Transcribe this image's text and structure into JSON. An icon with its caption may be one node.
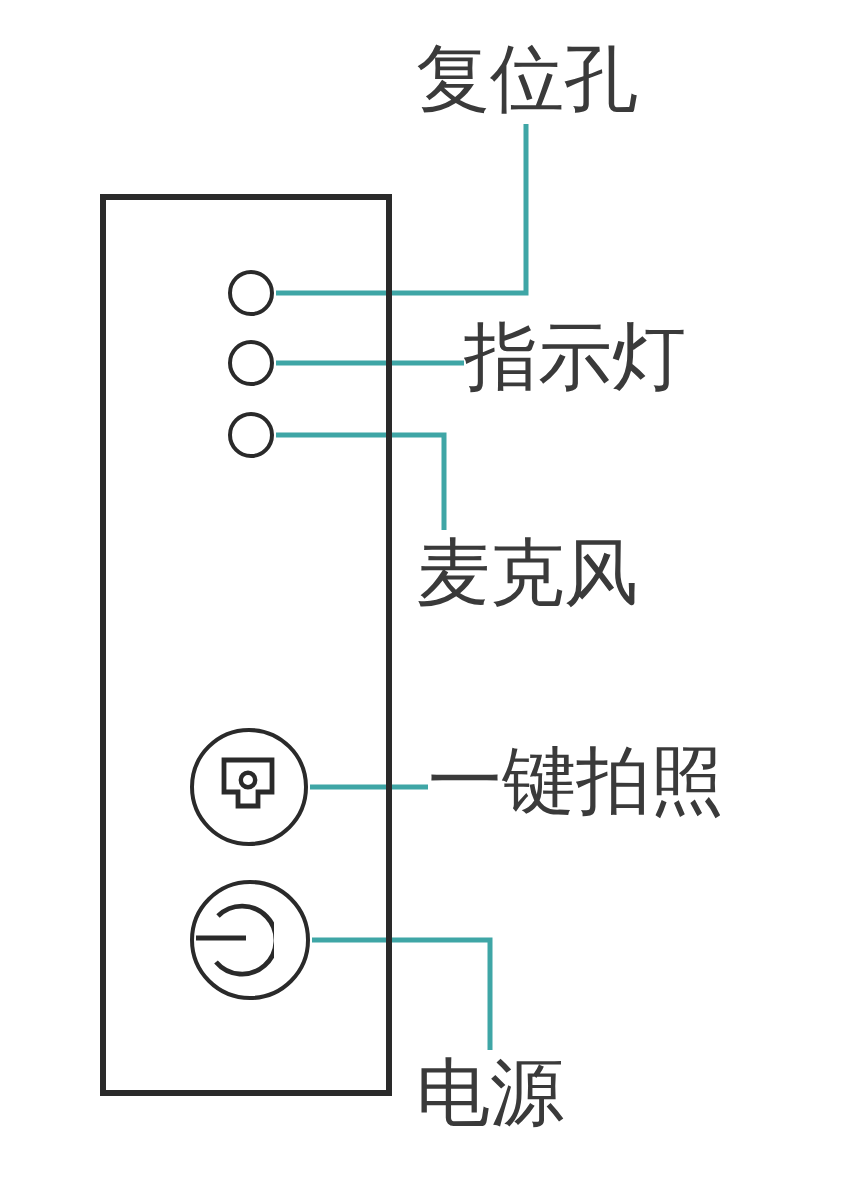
{
  "diagram": {
    "nodes": [
      {
        "text": [],
        "shape": "box"
      },
      {
        "text": [
          "复位孔"
        ]
      },
      {
        "text": [],
        "shape": "circle",
        "in": 0
      },
      {
        "text": [],
        "shape": "circle",
        "in": 0
      },
      {
        "text": [
          "指示灯"
        ]
      },
      {
        "text": [],
        "shape": "circle",
        "in": 0
      },
      {
        "text": [
          "麦克风"
        ]
      },
      {
        "text": [],
        "shape": "circle",
        "in": 0
      },
      {
        "text": [
          "一键拍照"
        ]
      },
      {
        "text": [],
        "shape": "circle",
        "in": 0
      },
      {
        "text": [
          "电源"
        ]
      }
    ],
    "edges": [
      {
        "from": 1,
        "to": 2,
        "arrow": "none"
      },
      {
        "from": 4,
        "to": 3,
        "arrow": "none"
      },
      {
        "from": 6,
        "to": 5,
        "arrow": "none"
      },
      {
        "from": 8,
        "to": 7,
        "arrow": "none"
      },
      {
        "from": 10,
        "to": 9,
        "arrow": "none"
      }
    ]
  }
}
